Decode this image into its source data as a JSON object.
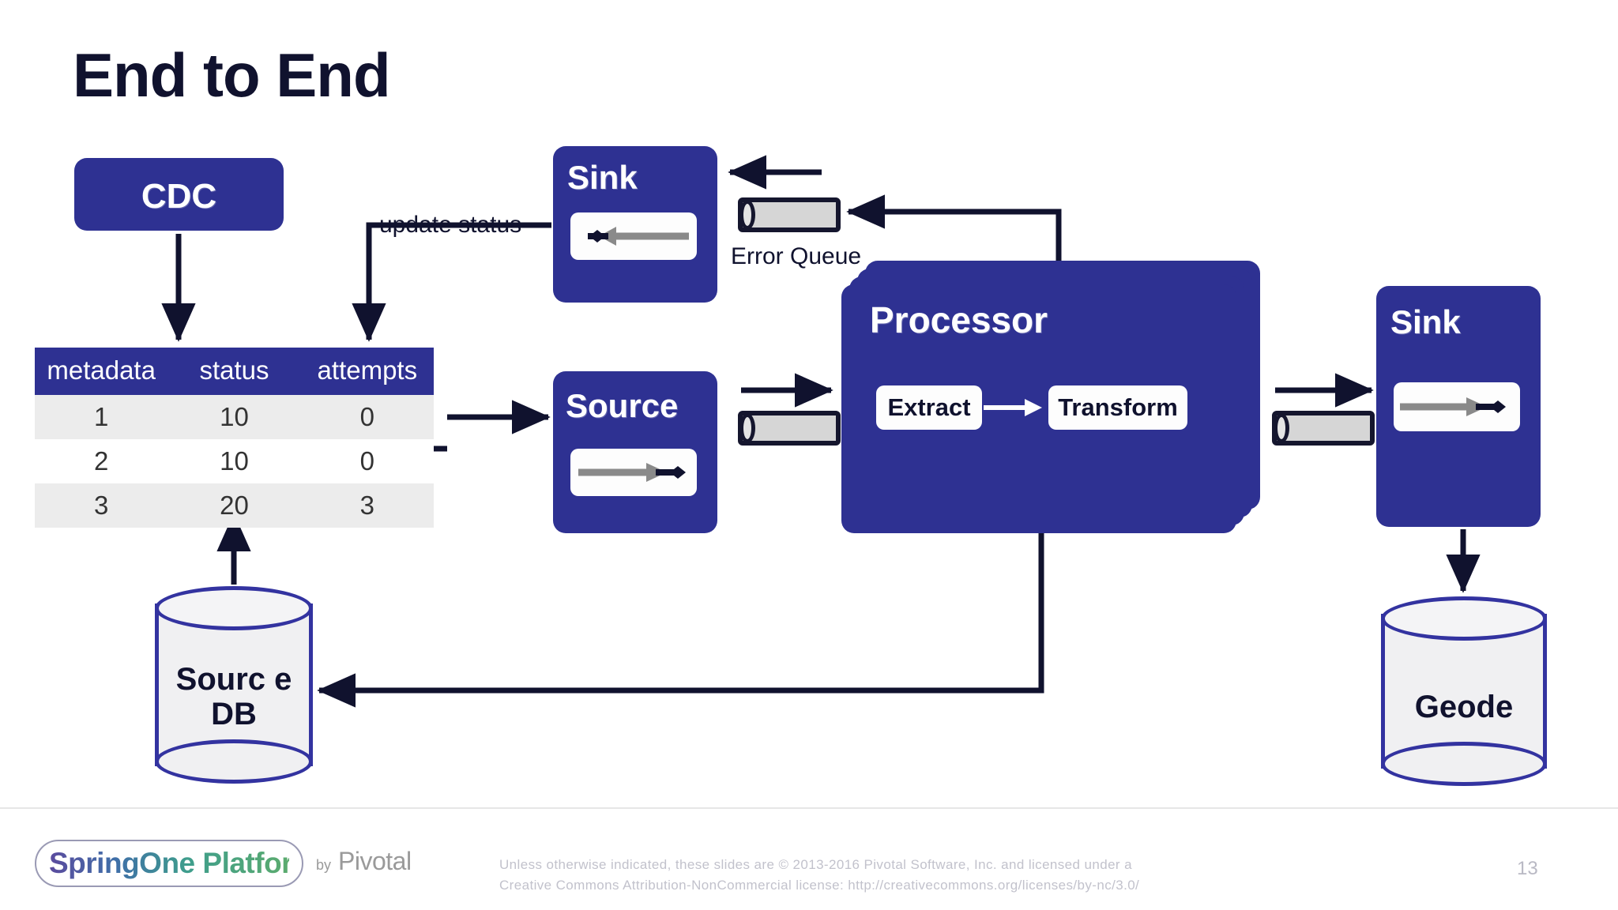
{
  "slide": {
    "title": "End to End",
    "page_number": "13",
    "accent_color": "#2e3192",
    "ink_color": "#10122e"
  },
  "nodes": {
    "cdc": {
      "label": "CDC"
    },
    "sink_error": {
      "label": "Sink",
      "icon": "inbound-arrow-icon"
    },
    "source": {
      "label": "Source",
      "icon": "outbound-arrow-icon"
    },
    "processor": {
      "label": "Processor",
      "extract": "Extract",
      "transform": "Transform"
    },
    "sink_out": {
      "label": "Sink",
      "icon": "outbound-arrow-icon"
    },
    "source_db": {
      "label": "Sourc e DB"
    },
    "geode": {
      "label": "Geode"
    }
  },
  "queues": {
    "error_queue": {
      "caption": "Error Queue"
    },
    "source_queue": {
      "caption": ""
    },
    "output_queue": {
      "caption": ""
    }
  },
  "edges": {
    "update_status": "update status"
  },
  "table": {
    "columns": [
      "metadata",
      "status",
      "attempts"
    ],
    "rows": [
      [
        "1",
        "10",
        "0"
      ],
      [
        "2",
        "10",
        "0"
      ],
      [
        "3",
        "20",
        "3"
      ]
    ]
  },
  "footer": {
    "logo_text": "SpringOne Platform",
    "by_label": "by",
    "brand": "Pivotal",
    "legal_line1": "Unless otherwise indicated, these slides are © 2013-2016 Pivotal Software, Inc. and licensed under a",
    "legal_line2": "Creative Commons Attribution-NonCommercial license: http://creativecommons.org/licenses/by-nc/3.0/"
  }
}
